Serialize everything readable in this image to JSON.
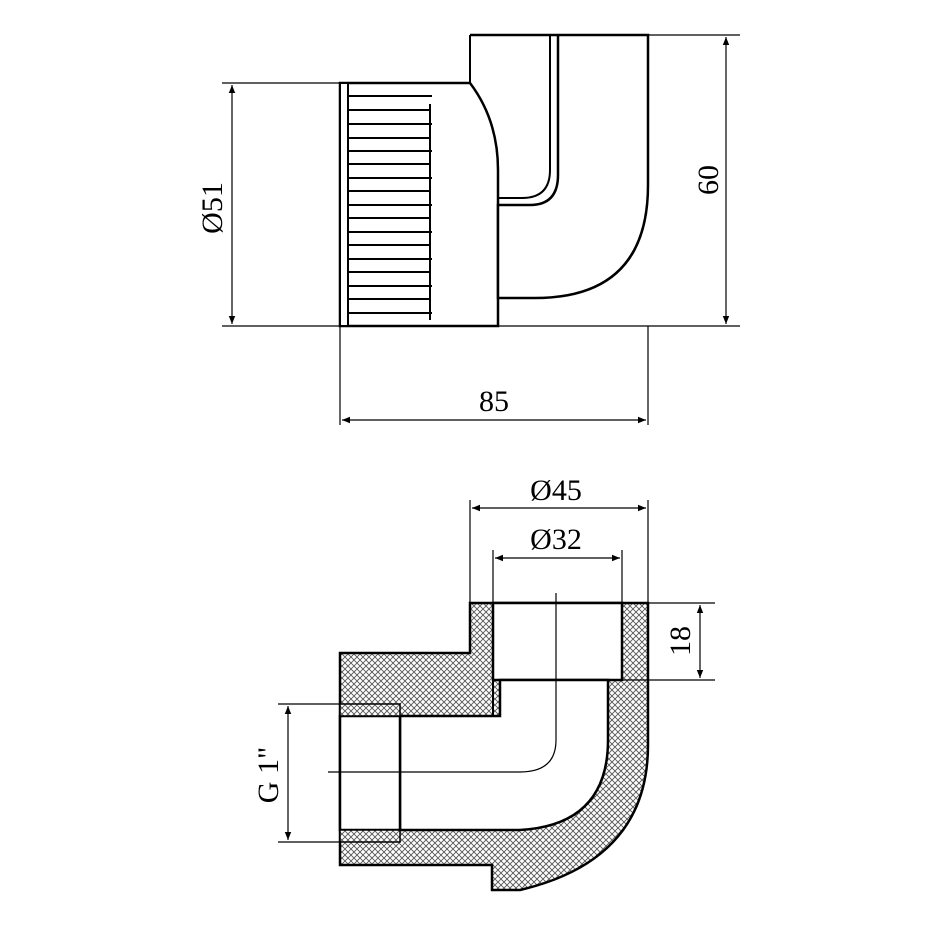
{
  "top_view": {
    "dim_diameter": "Ø51",
    "dim_length": "85",
    "dim_height": "60"
  },
  "section_view": {
    "dim_outer_diameter": "Ø45",
    "dim_inner_diameter": "Ø32",
    "dim_socket_depth": "18",
    "dim_thread": "G 1\""
  }
}
